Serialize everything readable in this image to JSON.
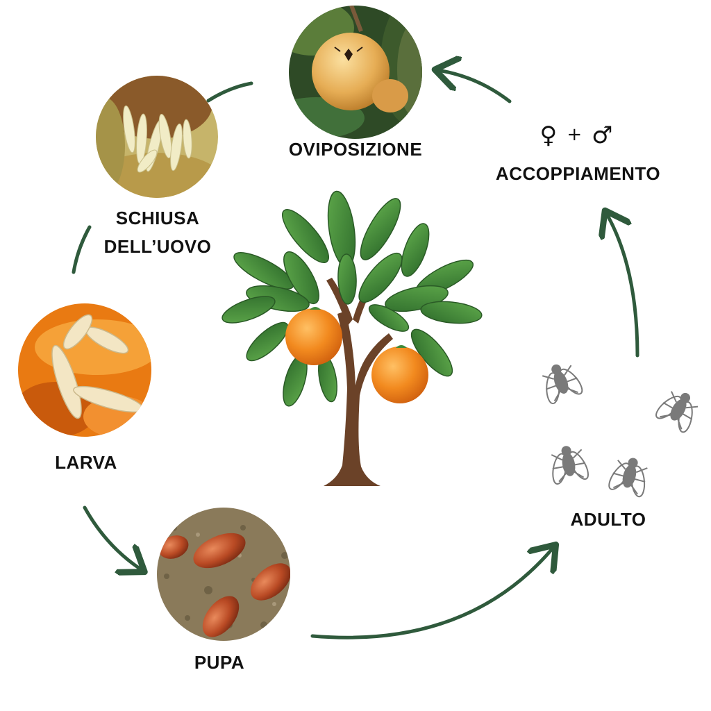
{
  "diagram": {
    "stages": {
      "oviposition": "OVIPOSIZIONE",
      "mating": "ACCOPPIAMENTO",
      "hatching_line1": "SCHIUSA",
      "hatching_line2": "DELL’UOVO",
      "larva": "LARVA",
      "pupa": "PUPA",
      "adult": "ADULTO"
    },
    "mating_symbols": {
      "female": "♀",
      "plus": "+",
      "male": "♂"
    },
    "photos": [
      {
        "stage": "oviposition",
        "icon": "fruit-with-fly"
      },
      {
        "stage": "hatching",
        "icon": "eggs-in-fruit"
      },
      {
        "stage": "larva",
        "icon": "larvae-in-pulp"
      },
      {
        "stage": "pupa",
        "icon": "pupae-in-soil"
      }
    ],
    "center_icon": "orange-tree",
    "adult_icon": "fly",
    "adult_fly_count": 4,
    "colors": {
      "arrow": "#2f5a3c",
      "text": "#111111",
      "leaf": "#3f8a3a",
      "orange": "#f08a1c",
      "trunk": "#6b4228",
      "fly": "#7a7a7a"
    }
  }
}
